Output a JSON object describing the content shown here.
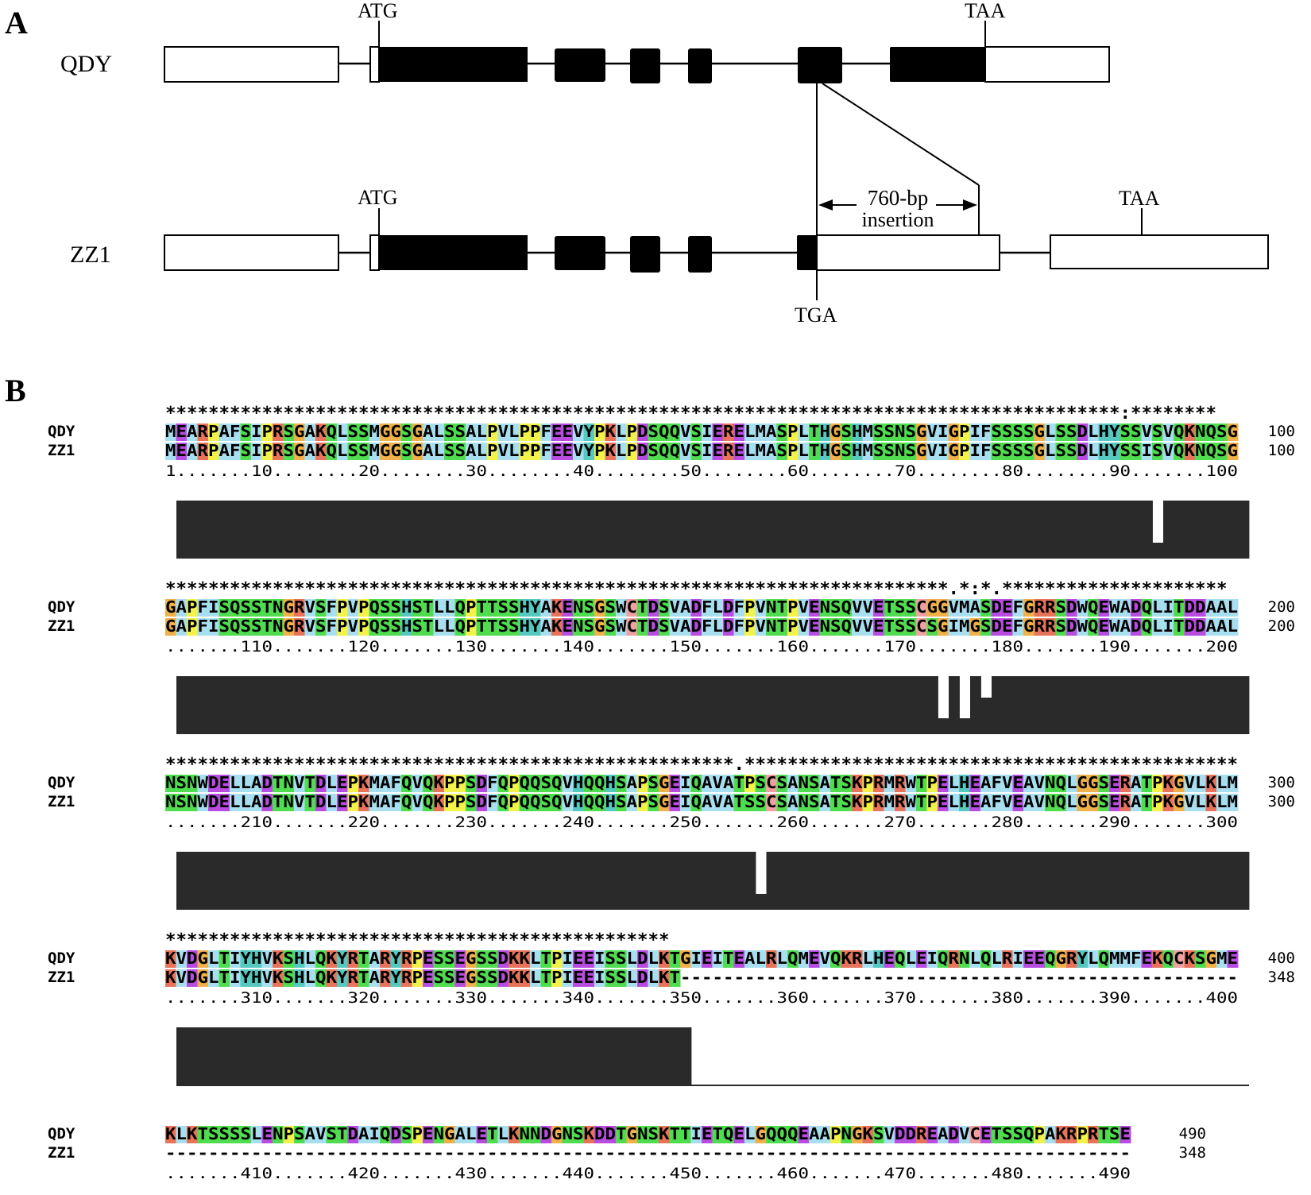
{
  "panel_a": {
    "label": "A",
    "genes": [
      {
        "name": "QDY",
        "start_codon": "ATG",
        "stop_codon": "TAA"
      },
      {
        "name": "ZZ1",
        "start_codon": "ATG",
        "stop_codon": "TAA",
        "premature_stop": "TGA",
        "insertion_label_1": "760-bp",
        "insertion_label_2": "insertion"
      }
    ]
  },
  "panel_b": {
    "label": "B",
    "blocks": [
      {
        "cons": "*****************************************************************************************:********",
        "seq1": "MEARPAFSIPRSGAKQLSSMGGSGALSSALPVLPPFEEVYPKLPDSQQVSIERELMASPLTHGSHMSSNSGVIGPIFSSSSGLSSDLHYSSVSVQKNQSG",
        "seq2": "MEARPAFSIPRSGAKQLSSMGGSGALSSALPVLPPFEEVYPKLPDSQQVSIERELMASPLTHGSHMSSNSGVIGPIFSSSSGLSSDLHYSSISVQKNQSG",
        "ruler": "1.......10........20........30........40........50........60........70........80........90.......100",
        "end1": "100",
        "end2": "100"
      },
      {
        "cons": "*************************************************************************.*:*.*********************",
        "seq1": "GAPFISQSSTNGRVSFPVPQSSHSTLLQPTTSSHYAKENSGSWCTDSVADFLDFPVNTPVENSQVVETSSCGGVMASDEFGRRSDWQEWADQLITDDAAL",
        "seq2": "GAPFISQSSTNGRVSFPVPQSSHSTLLQPTTSSHYAKENSGSWCTDSVADFLDFPVNTPVENSQVVETSSCSGIMGSDEFGRRSDWQEWADQLITDDAAL",
        "ruler": ".......110.......120.......130.......140.......150.......160.......170.......180.......190.......200",
        "end1": "200",
        "end2": "200"
      },
      {
        "cons": "*****************************************************.**********************************************",
        "seq1": "NSNWDELLADTNVTDLEPKMAFQVQKPPSDFQPQQSQVHQQHSAPSGEIQAVATPSCSANSATSKPRMRWTPELHEAFVEAVNQLGGSERATPKGVLKLM",
        "seq2": "NSNWDELLADTNVTDLEPKMAFQVQKPPSDFQPQQSQVHQQHSAPSGEIQAVATSSCSANSATSKPRMRWTPELHEAFVEAVNQLGGSERATPKGVLKLM",
        "ruler": ".......210.......220.......230.......240.......250.......260.......270.......280.......290.......300",
        "end1": "300",
        "end2": "300"
      },
      {
        "cons": "***********************************************",
        "seq1": "KVDGLTIYHVKSHLQKYRTARYRPESSEGSSDKKLTPIEEISSLDLKTGIEITEALRLQMEVQKRLHEQLEIQRNLQLRIEEQGRYLQMMFEKQCKSGME",
        "seq2": "KVDGLTIYHVKSHLQKYRTARYRPESSEGSSDKKLTPIEEISSLDLKT----------------------------------------------------",
        "ruler": ".......310.......320.......330.......340.......350.......360.......370.......380.......390.......400",
        "end1": "400",
        "end2": "348"
      },
      {
        "cons": "",
        "seq1": "KLKTSSSSLENPSAVSTDAIQDSPENGALETLKNNDGNSKDDTGNSKTTIETQELGQQQEAAPNGKSVDDREADVCETSSQPAKRPRTSE",
        "seq2": "------------------------------------------------------------------------------------------",
        "ruler": ".......410.......420.......430.......440.......450.......460.......470.......480.......490",
        "end1": "490",
        "end2": "348"
      }
    ],
    "residue_colors": {
      "A": "#a8dff0",
      "V": "#a8dff0",
      "L": "#a8dff0",
      "I": "#a8dff0",
      "M": "#a8dff0",
      "F": "#a8dff0",
      "W": "#a8dff0",
      "S": "#4fdc4f",
      "T": "#4fdc4f",
      "N": "#4fdc4f",
      "Q": "#4fdc4f",
      "D": "#b84ce0",
      "E": "#b84ce0",
      "K": "#e8735a",
      "R": "#e8735a",
      "G": "#f0b04a",
      "P": "#f2f24a",
      "H": "#55c8c0",
      "Y": "#55c8c0",
      "C": "#f0a0a0",
      "-": "#ffffff"
    }
  }
}
